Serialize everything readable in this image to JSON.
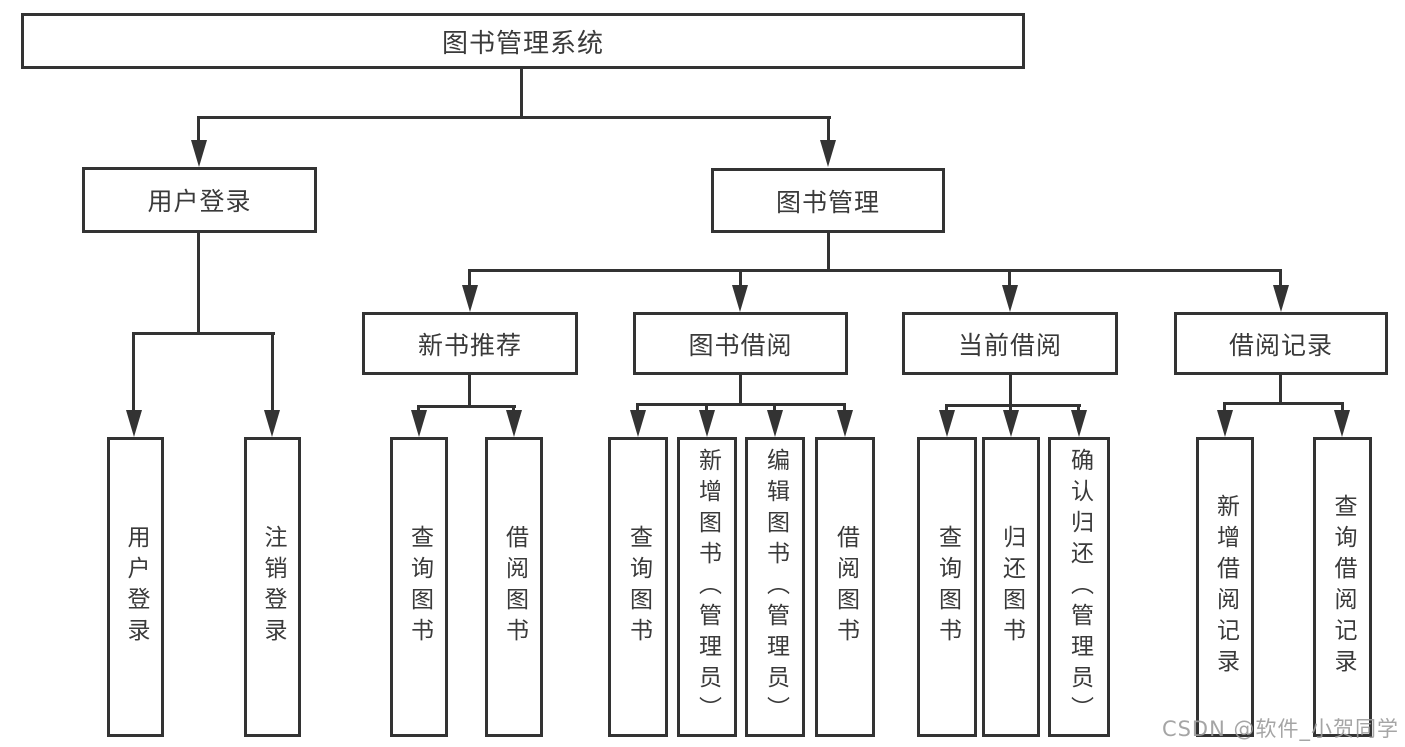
{
  "page": {
    "background": "#ffffff"
  },
  "colors": {
    "line": "#333333",
    "box_border": "#333333",
    "text": "#3a3a3a",
    "watermark": "#9b9b9b"
  },
  "tree": {
    "label": "图书管理系统",
    "children": [
      {
        "label": "用户登录",
        "children": [
          {
            "label": "用户登录"
          },
          {
            "label": "注销登录"
          }
        ]
      },
      {
        "label": "图书管理",
        "children": [
          {
            "label": "新书推荐",
            "children": [
              {
                "label": "查询图书"
              },
              {
                "label": "借阅图书"
              }
            ]
          },
          {
            "label": "图书借阅",
            "children": [
              {
                "label": "查询图书"
              },
              {
                "label": "新增图书（管理员）"
              },
              {
                "label": "编辑图书（管理员）"
              },
              {
                "label": "借阅图书"
              }
            ]
          },
          {
            "label": "当前借阅",
            "children": [
              {
                "label": "查询图书"
              },
              {
                "label": "归还图书"
              },
              {
                "label": "确认归还（管理员）"
              }
            ]
          },
          {
            "label": "借阅记录",
            "children": [
              {
                "label": "新增借阅记录"
              },
              {
                "label": "查询借阅记录"
              }
            ]
          }
        ]
      }
    ]
  },
  "watermark": {
    "text": "CSDN @软件_小贺同学"
  }
}
